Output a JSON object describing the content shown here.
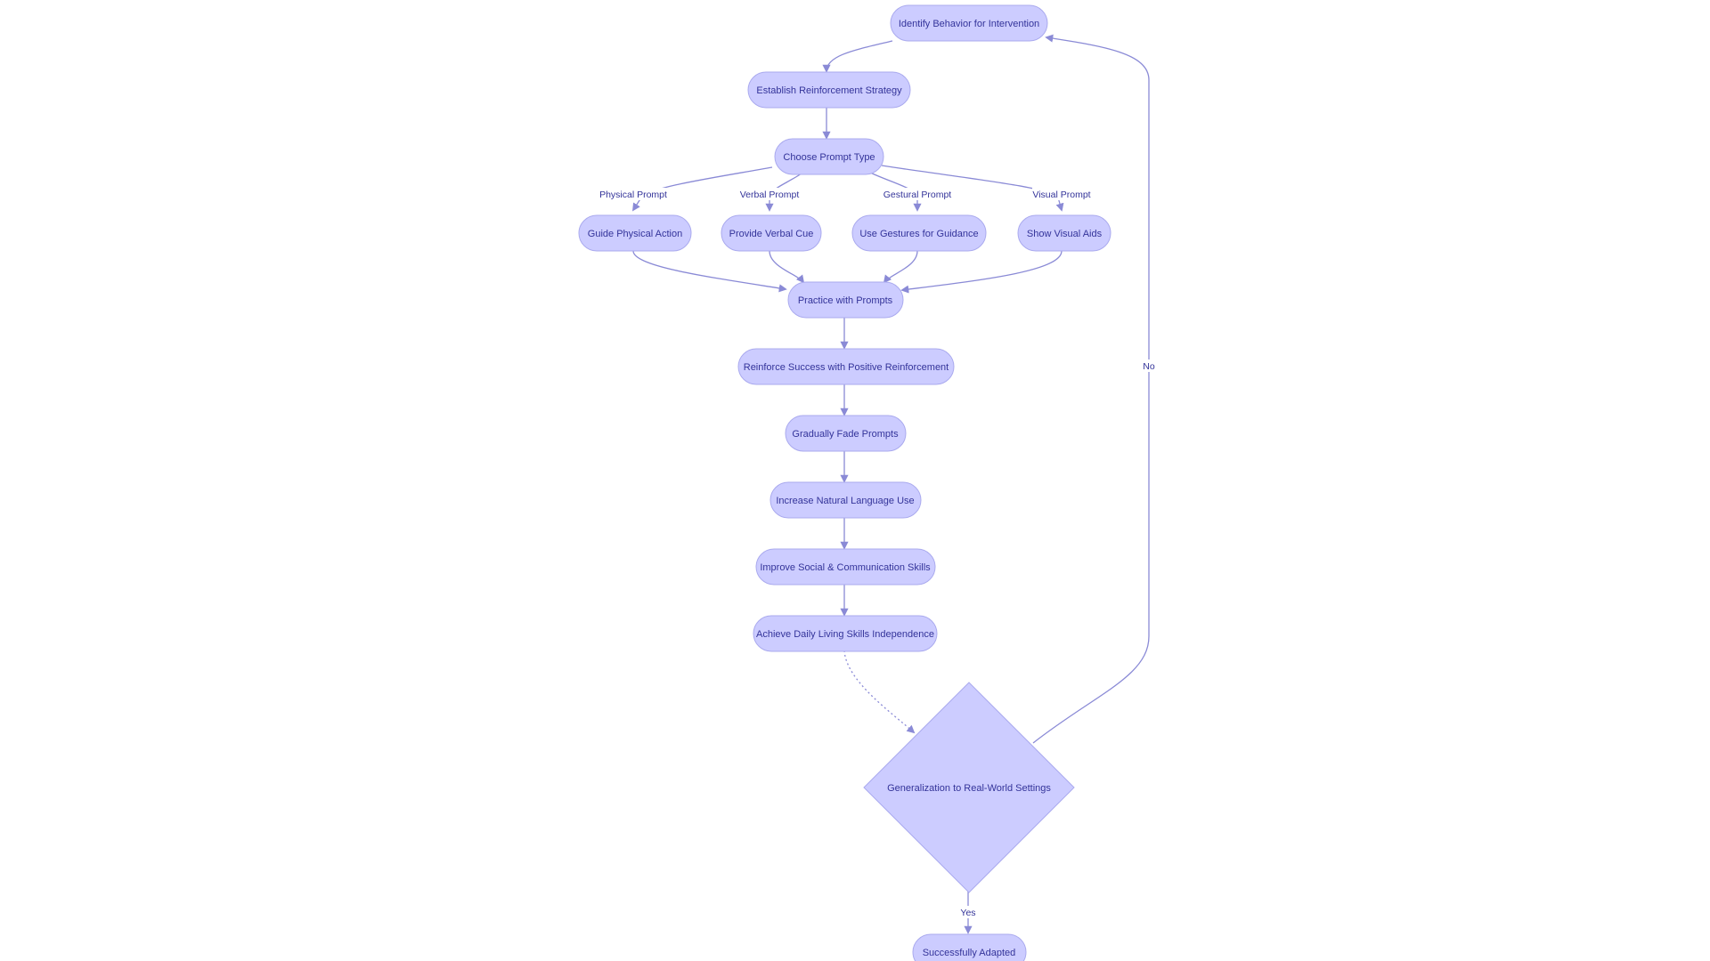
{
  "diagram": {
    "nodes": {
      "identify": "Identify Behavior for Intervention",
      "establish": "Establish Reinforcement Strategy",
      "choose": "Choose Prompt Type",
      "physical": "Guide Physical Action",
      "verbal": "Provide Verbal Cue",
      "gestural": "Use Gestures for Guidance",
      "visual": "Show Visual Aids",
      "practice": "Practice with Prompts",
      "reinforce": "Reinforce Success with Positive Reinforcement",
      "fade": "Gradually Fade Prompts",
      "natural": "Increase Natural Language Use",
      "social": "Improve Social & Communication Skills",
      "daily": "Achieve Daily Living Skills Independence",
      "generalization": "Generalization to Real-World Settings",
      "success": "Successfully Adapted"
    },
    "edge_labels": {
      "physical_prompt": "Physical Prompt",
      "verbal_prompt": "Verbal Prompt",
      "gestural_prompt": "Gestural Prompt",
      "visual_prompt": "Visual Prompt",
      "yes": "Yes",
      "no": "No"
    }
  }
}
